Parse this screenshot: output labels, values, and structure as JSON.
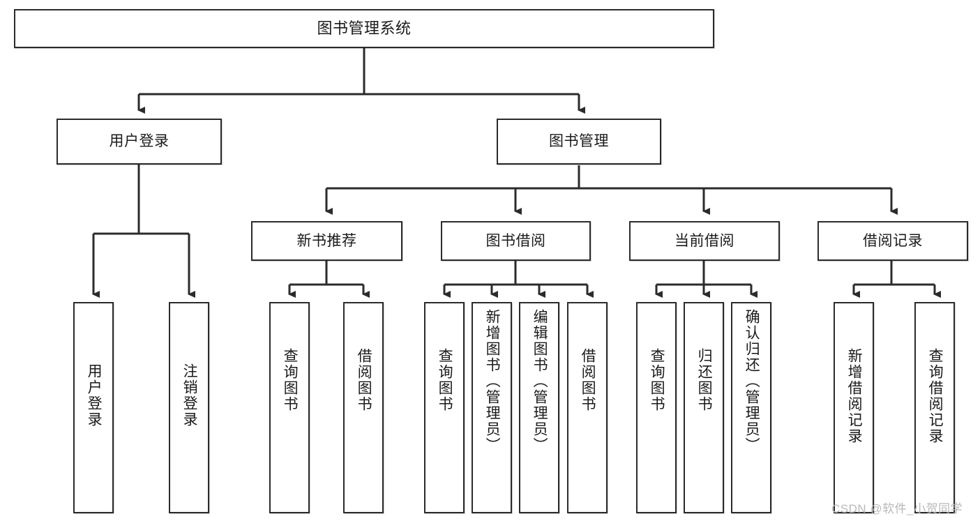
{
  "diagram": {
    "title": "图书管理系统",
    "type": "tree-structure-diagram",
    "colors": {
      "stroke": "#2b2b2b",
      "box_fill": "#ffffff",
      "text": "#1a1a1a",
      "background": "#ffffff",
      "watermark": "#b9b9b9"
    },
    "root": {
      "label": "图书管理系统"
    },
    "level2": [
      {
        "label": "用户登录"
      },
      {
        "label": "图书管理"
      }
    ],
    "level3": [
      {
        "label": "新书推荐"
      },
      {
        "label": "图书借阅"
      },
      {
        "label": "当前借阅"
      },
      {
        "label": "借阅记录"
      }
    ],
    "leaves": {
      "user_login": [
        {
          "label": "用户登录"
        },
        {
          "label": "注销登录"
        }
      ],
      "new_book_recommend": [
        {
          "label": "查询图书"
        },
        {
          "label": "借阅图书"
        }
      ],
      "book_borrow": [
        {
          "label": "查询图书"
        },
        {
          "label": "新增图书（管理员）"
        },
        {
          "label": "编辑图书（管理员）"
        },
        {
          "label": "借阅图书"
        }
      ],
      "current_borrow": [
        {
          "label": "查询图书"
        },
        {
          "label": "归还图书"
        },
        {
          "label": "确认归还（管理员）"
        }
      ],
      "borrow_record": [
        {
          "label": "新增借阅记录"
        },
        {
          "label": "查询借阅记录"
        }
      ]
    }
  },
  "watermark": {
    "text": "CSDN @软件_小贺同学"
  }
}
